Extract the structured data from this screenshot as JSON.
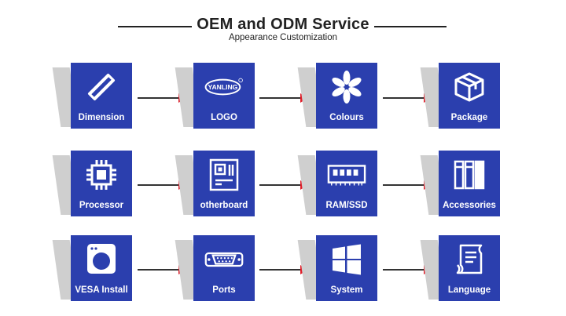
{
  "header": {
    "title": "OEM and ODM Service",
    "subtitle": "Appearance Customization"
  },
  "tiles": [
    {
      "label": "Dimension",
      "icon": "ruler-pencil-icon"
    },
    {
      "label": "LOGO",
      "icon": "yanling-logo-icon",
      "logo_text": "YANLING"
    },
    {
      "label": "Colours",
      "icon": "flower-icon"
    },
    {
      "label": "Package",
      "icon": "box-icon"
    },
    {
      "label": "Processor",
      "icon": "cpu-chip-icon"
    },
    {
      "label": "otherboard",
      "icon": "motherboard-icon"
    },
    {
      "label": "RAM/SSD",
      "icon": "ram-module-icon"
    },
    {
      "label": "Accessories",
      "icon": "battery-cells-icon"
    },
    {
      "label": "VESA Install",
      "icon": "vesa-mount-icon"
    },
    {
      "label": "Ports",
      "icon": "vga-port-icon"
    },
    {
      "label": "System",
      "icon": "windows-logo-icon"
    },
    {
      "label": "Language",
      "icon": "scroll-document-icon"
    }
  ],
  "colors": {
    "tile": "#2b3fae",
    "arrow": "#e01e2a",
    "shadow": "#cfcfcf"
  }
}
